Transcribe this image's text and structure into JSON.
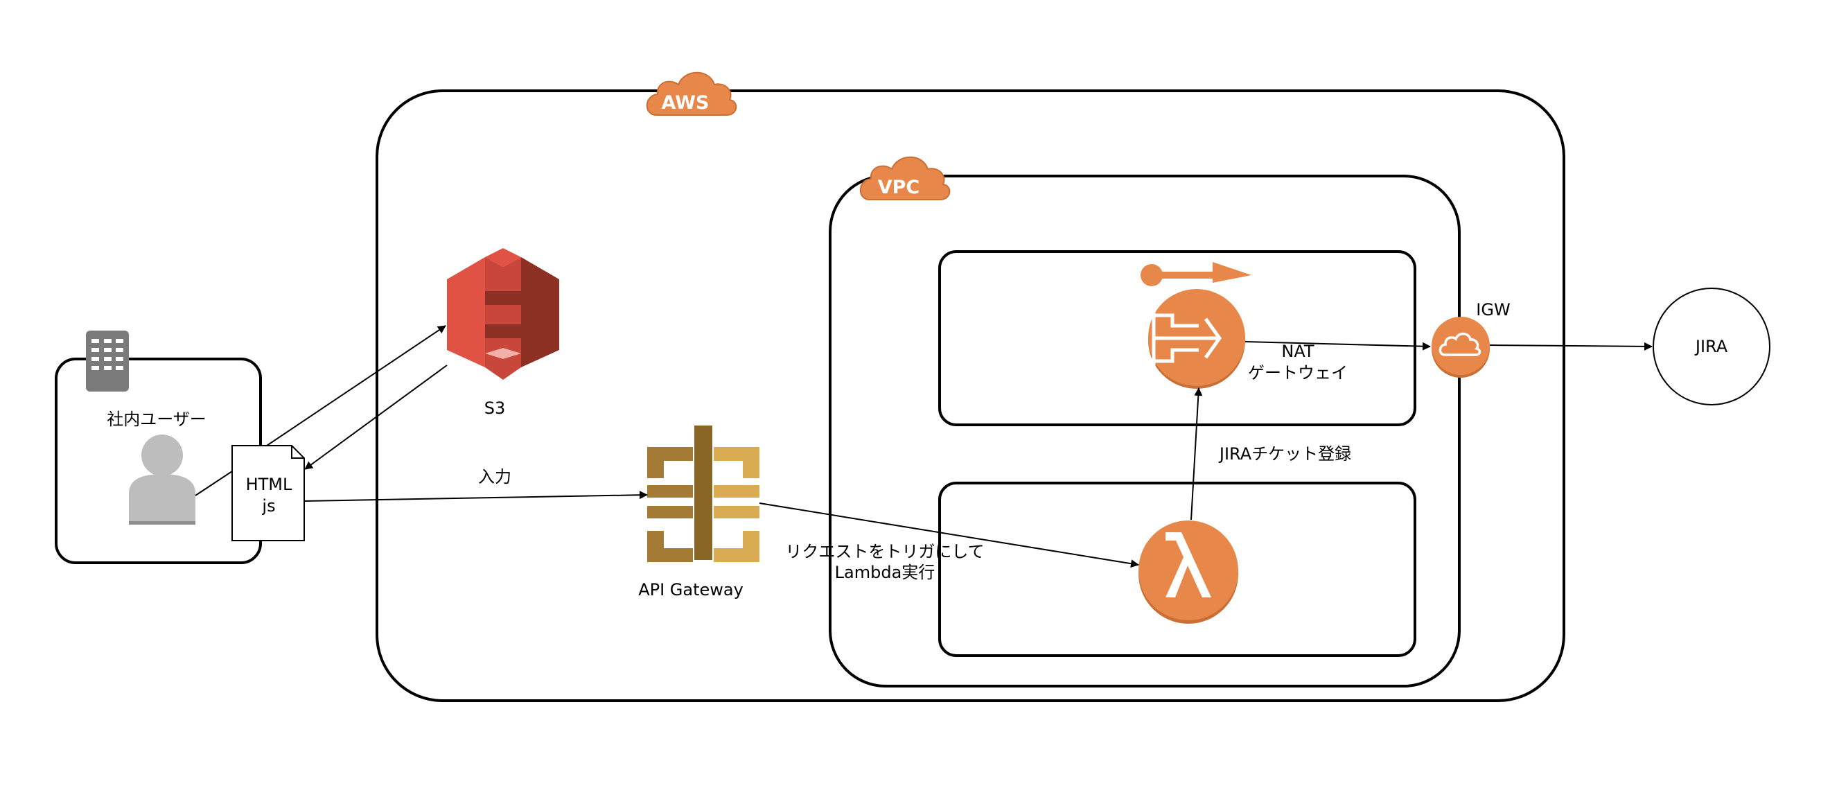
{
  "aws_label": "AWS",
  "vpc_label": "VPC",
  "office": {
    "label": "社内ユーザー"
  },
  "file": {
    "line1": "HTML",
    "line2": "js"
  },
  "s3": {
    "label": "S3"
  },
  "api_gateway": {
    "label": "API Gateway"
  },
  "nat": {
    "line1": "NAT",
    "line2": "ゲートウェイ"
  },
  "igw": {
    "label": "IGW"
  },
  "jira": {
    "label": "JIRA"
  },
  "edges": {
    "input": "入力",
    "trigger_line1": "リクエストをトリガにして",
    "trigger_line2": "Lambda実行",
    "jira_ticket": "JIRAチケット登録"
  },
  "colors": {
    "aws_orange": "#E7884A",
    "s3_red": "#C9463B",
    "api_gold": "#D4A44A",
    "user_gray": "#BDBDBD",
    "building_gray": "#7A7A7A"
  },
  "icons": [
    "building-icon",
    "user-icon",
    "document-icon",
    "s3-bucket-icon",
    "api-gateway-icon",
    "nat-gateway-icon",
    "lambda-icon",
    "internet-gateway-cloud-icon",
    "aws-cloud-badge",
    "vpc-cloud-badge"
  ]
}
